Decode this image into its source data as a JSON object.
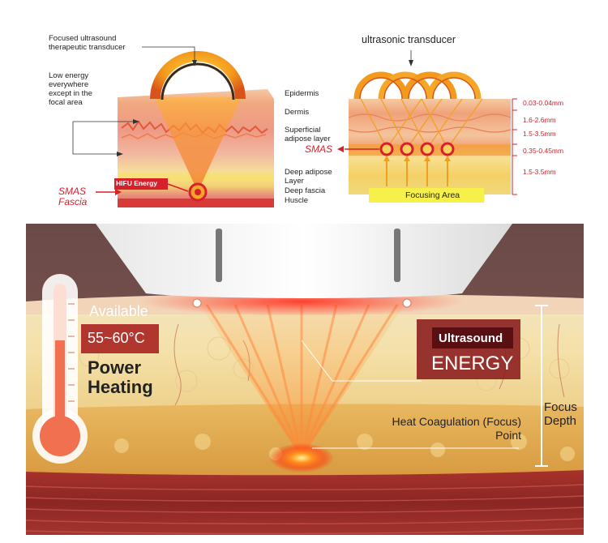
{
  "top_left": {
    "transducer_label": "Focused ultrasound therapeutic transducer",
    "low_energy_label": "Low energy everywhere except in the focal area",
    "hifu_energy_label": "HIFU Energy",
    "smas_fascia_label": "SMAS Fascia"
  },
  "layers": {
    "epidermis": "Epidermis",
    "dermis": "Dermis",
    "superficial_adipose": "Superficial adipose layer",
    "smas": "SMAS",
    "deep_adipose": "Deep adipose Layer",
    "deep_fascia": "Deep fascia",
    "muscle": "Huscle"
  },
  "top_right": {
    "transducer_label": "ultrasonic transducer",
    "focusing_area_label": "Focusing Area",
    "depths": [
      "0.03-0.04mm",
      "1.6-2.6mm",
      "1.5-3.5mm",
      "0.35-0.45mm",
      "1.5-3.5mm"
    ]
  },
  "bottom": {
    "available_label": "Available",
    "temperature_label": "55~60°C",
    "power_heating_label": "Power Heating",
    "ultrasound_label": "Ultrasound",
    "energy_label": "ENERGY",
    "focus_point_label": "Heat Coagulation (Focus) Point",
    "focus_depth_label": "Focus Depth"
  },
  "colors": {
    "accent_red": "#d8202a",
    "dark_red_box": "#8a1a1c",
    "thermometer": "#f07050"
  }
}
